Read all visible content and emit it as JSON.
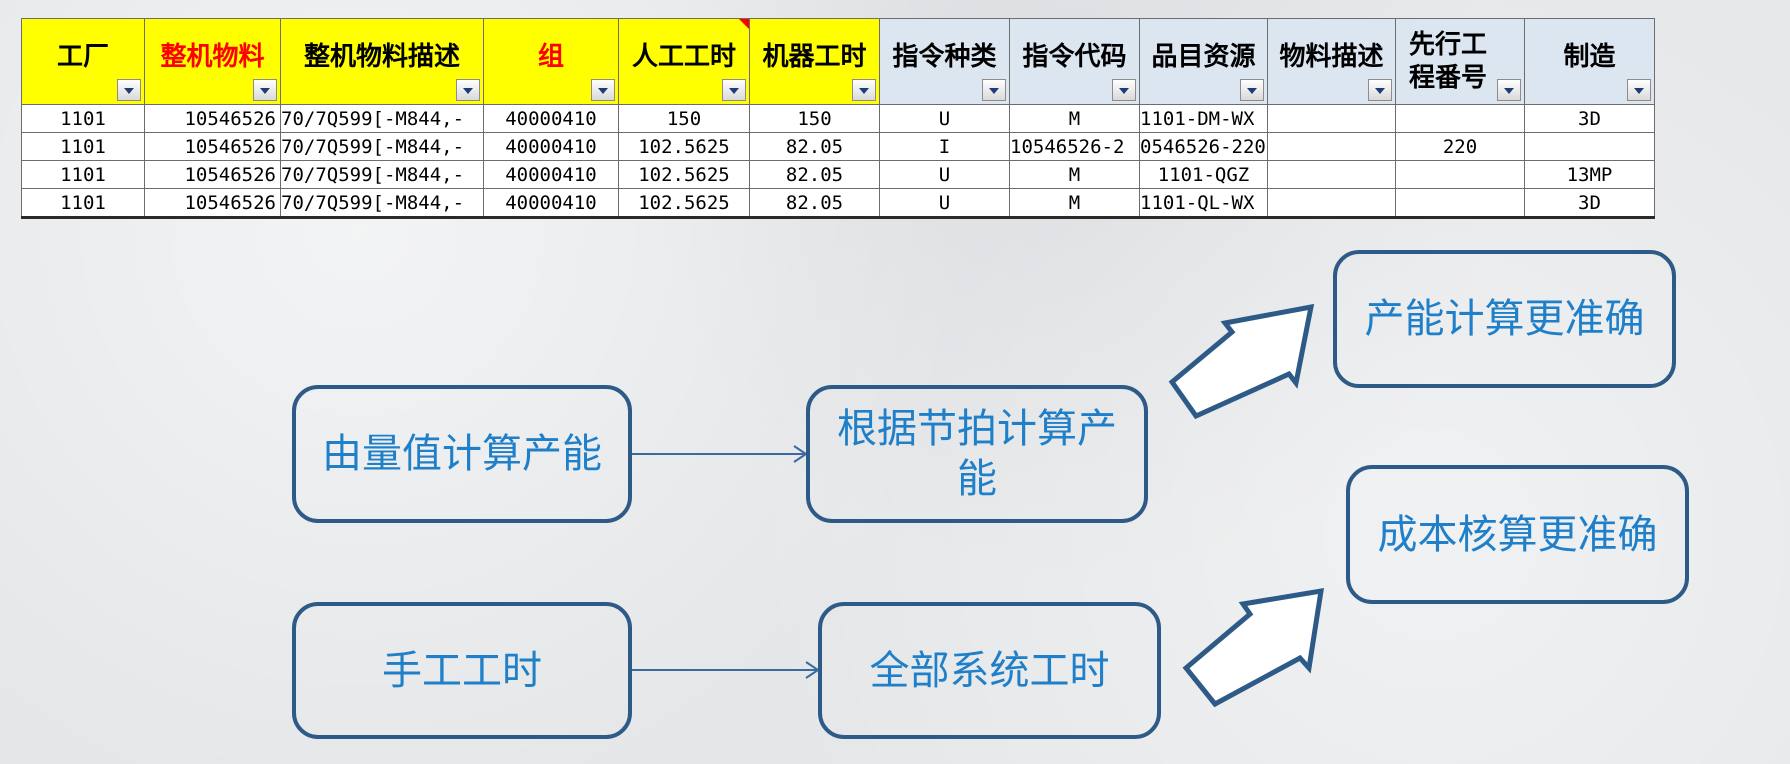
{
  "table": {
    "headers": [
      {
        "label": "工厂",
        "style": "yellow"
      },
      {
        "label": "整机物料",
        "style": "yellow-red"
      },
      {
        "label": "整机物料描述",
        "style": "yellow"
      },
      {
        "label": "组",
        "style": "yellow-red"
      },
      {
        "label": "人工工时",
        "style": "yellow"
      },
      {
        "label": "机器工时",
        "style": "yellow"
      },
      {
        "label": "指令种类",
        "style": "blue"
      },
      {
        "label": "指令代码",
        "style": "blue"
      },
      {
        "label": "品目资源",
        "style": "blue"
      },
      {
        "label": "物料描述",
        "style": "blue"
      },
      {
        "label": "先行工程番号",
        "style": "blue"
      },
      {
        "label": "制造",
        "style": "blue"
      }
    ],
    "rows": [
      [
        "1101",
        "10546526",
        "70/7Q599[-M844,-",
        "40000410",
        "150",
        "150",
        "U",
        "M",
        "1101-DM-WX",
        "",
        "",
        "3D"
      ],
      [
        "1101",
        "10546526",
        "70/7Q599[-M844,-",
        "40000410",
        "102.5625",
        "82.05",
        "I",
        "10546526-2",
        "0546526-220",
        "",
        "220",
        ""
      ],
      [
        "1101",
        "10546526",
        "70/7Q599[-M844,-",
        "40000410",
        "102.5625",
        "82.05",
        "U",
        "M",
        "1101-QGZ",
        "",
        "",
        "13MP"
      ],
      [
        "1101",
        "10546526",
        "70/7Q599[-M844,-",
        "40000410",
        "102.5625",
        "82.05",
        "U",
        "M",
        "1101-QL-WX",
        "",
        "",
        "3D"
      ]
    ]
  },
  "flow": {
    "box_value_capacity": "由量值计算产能",
    "box_takt_capacity": "根据节拍计算产能",
    "box_capacity_accurate": "产能计算更准确",
    "box_manual_hours": "手工工时",
    "box_system_hours": "全部系统工时",
    "box_cost_accurate": "成本核算更准确"
  },
  "colors": {
    "box_border": "#2e5a87",
    "box_text": "#1f7fc8",
    "arrow": "#2e5a87",
    "header_yellow": "#ffff00",
    "header_blue": "#dce6f1",
    "header_red_text": "#ff0000"
  }
}
